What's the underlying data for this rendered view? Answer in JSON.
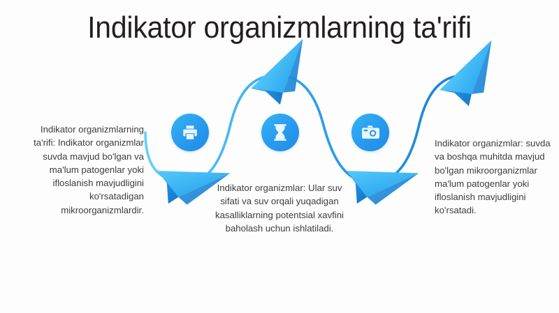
{
  "page": {
    "title": "Indikator organizmlarning ta'rifi",
    "background_color": "#fdfdfd",
    "accent_color": "#29a2f0",
    "accent_dark": "#1a7fd4",
    "accent_light": "#4fc3f7",
    "text_color": "#3c3c3c",
    "title_color": "#231f20"
  },
  "nodes": [
    {
      "id": "node-1",
      "icon": "printer-icon",
      "circle_color": "#2a9ef0"
    },
    {
      "id": "node-2",
      "icon": "hourglass-icon",
      "circle_color": "#2a9ef0"
    },
    {
      "id": "node-3",
      "icon": "camera-icon",
      "circle_color": "#2a9ef0"
    }
  ],
  "blocks": [
    {
      "id": "text-left",
      "align": "right",
      "text": "Indikator organizmlarning ta'rifi: Indikator organizmlar suvda mavjud bo'lgan va ma'lum patogenlar yoki ifloslanish mavjudligini ko'rsatadigan mikroorganizmlardir."
    },
    {
      "id": "text-center",
      "align": "center",
      "text": "Indikator organizmlar: Ular suv sifati va suv orqali yuqadigan kasalliklarning potentsial xavfini baholash uchun ishlatiladi."
    },
    {
      "id": "text-right",
      "align": "left",
      "text": "Indikator organizmlar: suvda va boshqa muhitda mavjud bo'lgan mikroorganizmlar ma'lum patogenlar yoki ifloslanish mavjudligini ko'rsatadi."
    }
  ],
  "decorations": {
    "wave_label": "sinusoidal-connector-curve",
    "plane_count": 4,
    "planes": [
      {
        "id": "plane-1",
        "direction": "left-down"
      },
      {
        "id": "plane-2",
        "direction": "up-right"
      },
      {
        "id": "plane-3",
        "direction": "left-down"
      },
      {
        "id": "plane-4",
        "direction": "up-right"
      }
    ]
  }
}
